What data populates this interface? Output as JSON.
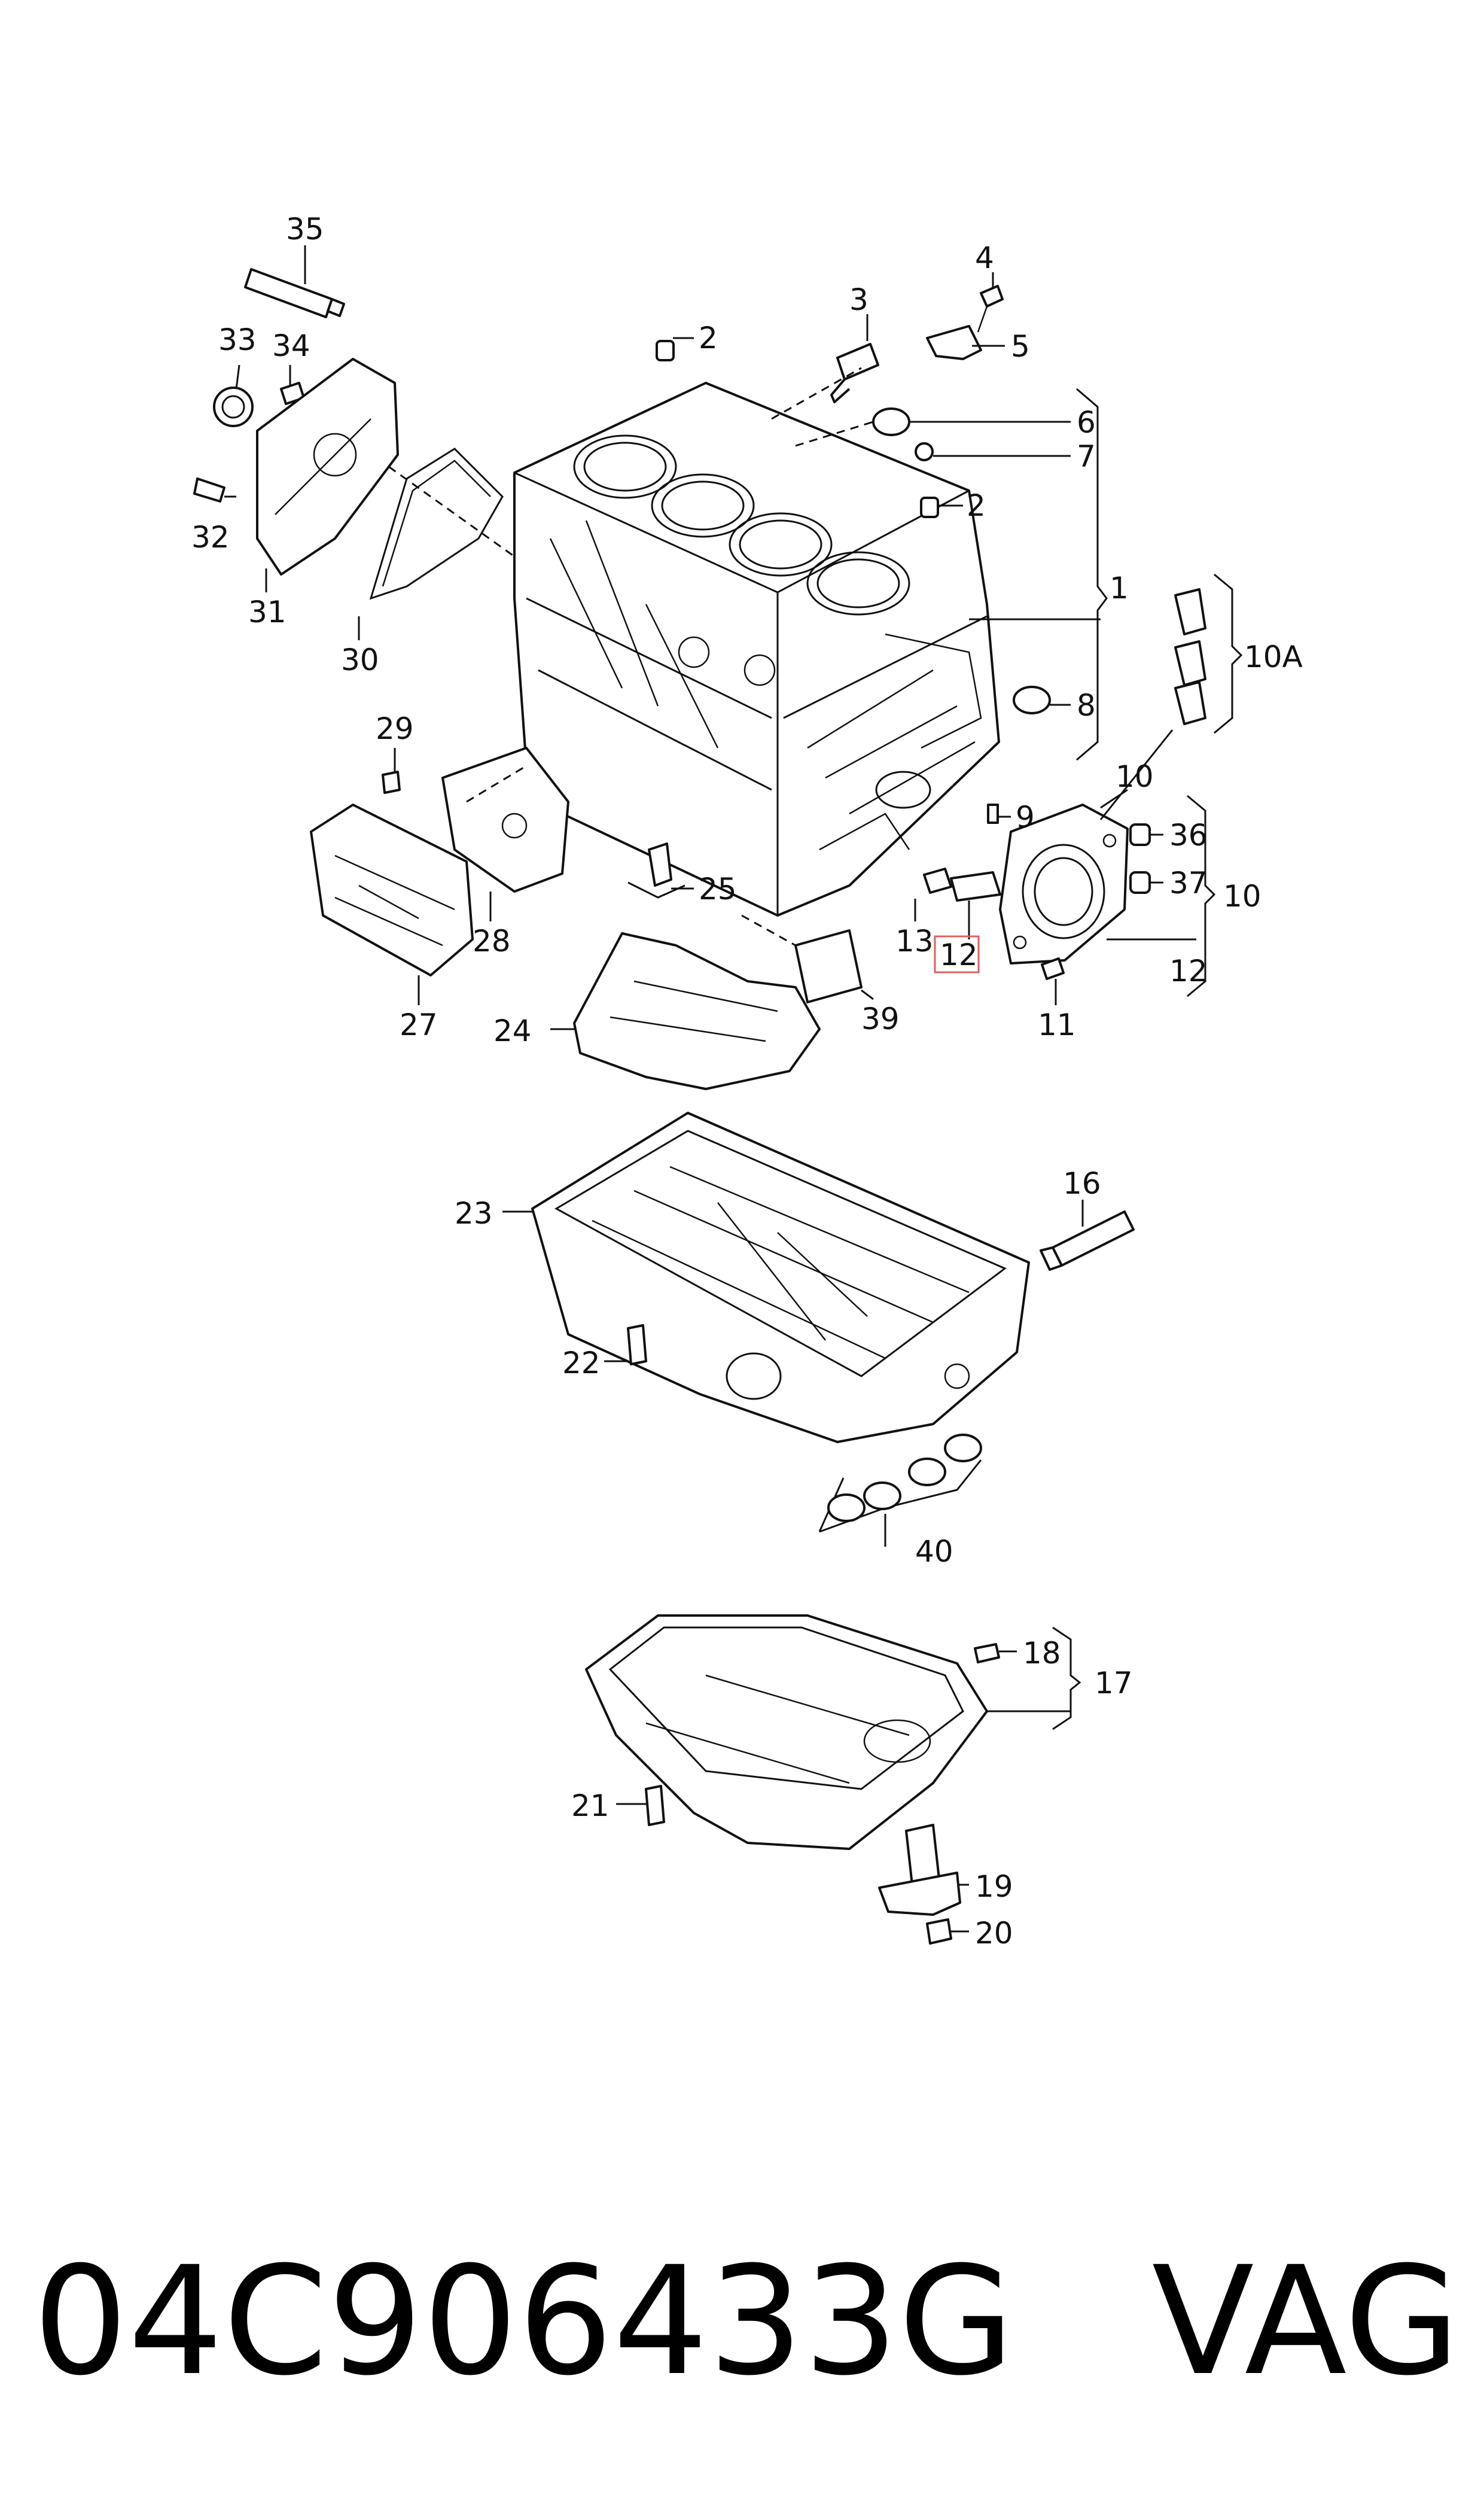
{
  "callouts": {
    "c1": "1",
    "c2a": "2",
    "c2b": "2",
    "c3": "3",
    "c4": "4",
    "c5": "5",
    "c6": "6",
    "c7": "7",
    "c8": "8",
    "c9": "9",
    "c10a": "10",
    "c10b": "10",
    "c10A": "10A",
    "c11": "11",
    "c12a": "12",
    "c12b": "12",
    "c13": "13",
    "c16": "16",
    "c17": "17",
    "c18": "18",
    "c19": "19",
    "c20": "20",
    "c21": "21",
    "c22": "22",
    "c23": "23",
    "c24": "24",
    "c25": "25",
    "c27": "27",
    "c28": "28",
    "c29": "29",
    "c30": "30",
    "c31": "31",
    "c32": "32",
    "c33": "33",
    "c34": "34",
    "c35": "35",
    "c36": "36",
    "c37": "37",
    "c39": "39",
    "c40": "40"
  },
  "highlight_color": "#e06060",
  "footer": {
    "part_number": "04C906433G",
    "brand": "VAG"
  }
}
